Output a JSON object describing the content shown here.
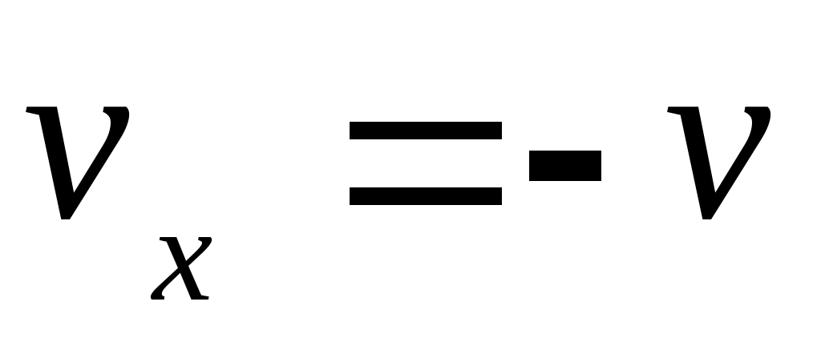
{
  "formula": {
    "lhs_variable": "v",
    "lhs_subscript": "x",
    "equals": "=",
    "minus": "-",
    "rhs_variable": "v"
  }
}
